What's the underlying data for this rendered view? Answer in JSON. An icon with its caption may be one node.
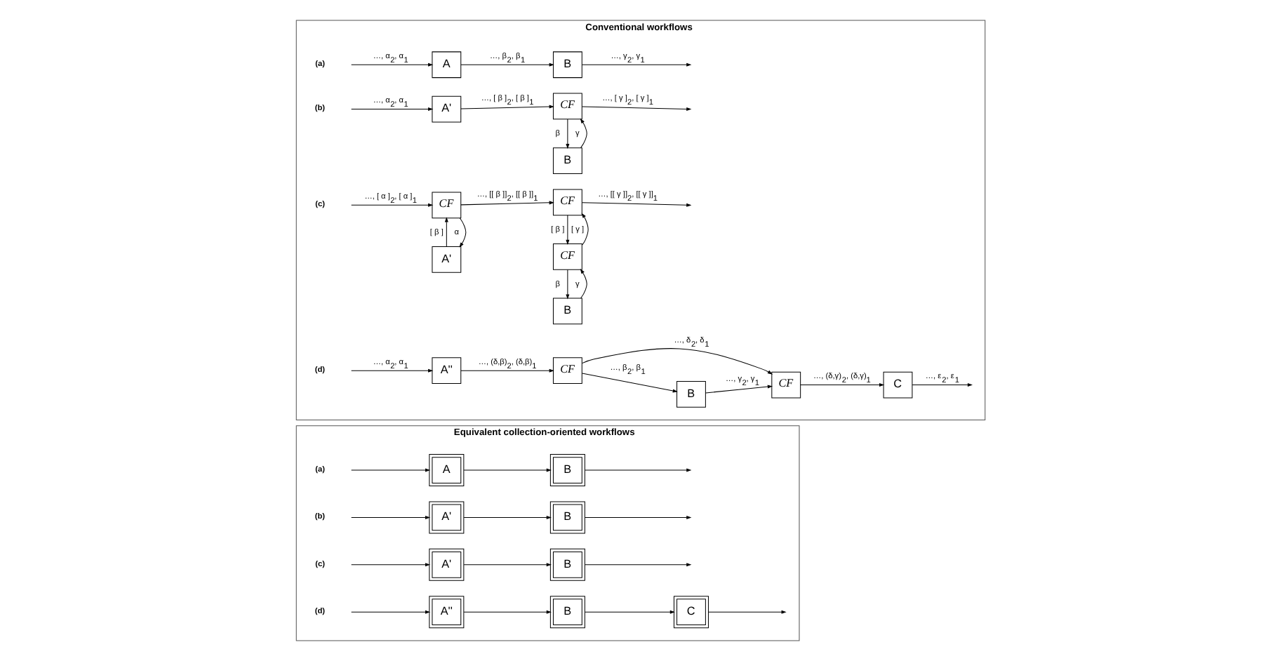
{
  "diagram": {
    "nodes": [
      {
        "text": [
          "Conventional workflows"
        ]
      },
      {
        "text": [
          "A"
        ],
        "in": 0
      },
      {
        "text": [
          "B"
        ],
        "in": 0
      },
      {
        "text": [
          "A'"
        ],
        "in": 0
      },
      {
        "text": [
          "CF"
        ],
        "in": 0
      },
      {
        "text": [
          "B"
        ],
        "in": 0
      },
      {
        "text": [
          "CF"
        ],
        "in": 0
      },
      {
        "text": [
          "A'"
        ],
        "in": 0
      },
      {
        "text": [
          "CF"
        ],
        "in": 0
      },
      {
        "text": [
          "CF"
        ],
        "in": 0
      },
      {
        "text": [
          "B"
        ],
        "in": 0
      },
      {
        "text": [
          "A''"
        ],
        "in": 0
      },
      {
        "text": [
          "CF"
        ],
        "in": 0
      },
      {
        "text": [
          "B"
        ],
        "in": 0
      },
      {
        "text": [
          "CF"
        ],
        "in": 0
      },
      {
        "text": [
          "C"
        ],
        "in": 0
      },
      {
        "text": [
          "Equivalent collection-oriented workflows"
        ]
      },
      {
        "text": [
          "A"
        ],
        "in": 16
      },
      {
        "text": [
          "B"
        ],
        "in": 16
      },
      {
        "text": [
          "A'"
        ],
        "in": 16
      },
      {
        "text": [
          "B"
        ],
        "in": 16
      },
      {
        "text": [
          "A'"
        ],
        "in": 16
      },
      {
        "text": [
          "B"
        ],
        "in": 16
      },
      {
        "text": [
          "A''"
        ],
        "in": 16
      },
      {
        "text": [
          "B"
        ],
        "in": 16
      },
      {
        "text": [
          "C"
        ],
        "in": 16
      }
    ],
    "edges": [
      {
        "from": null,
        "to": 1,
        "arrow": "to",
        "label": "…, α$_{2}$, α$_{1}$"
      },
      {
        "from": 1,
        "to": 2,
        "arrow": "to",
        "label": "…, β$_{2}$, β$_{1}$"
      },
      {
        "from": 2,
        "to": null,
        "arrow": "to",
        "label": "…, γ$_{2}$, γ$_{1}$"
      },
      {
        "from": null,
        "to": 3,
        "arrow": "to",
        "label": "…, α$_{2}$, α$_{1}$"
      },
      {
        "from": 3,
        "to": 4,
        "arrow": "to",
        "label": "…, [ β ]$_{2}$, [ β ]$_{1}$"
      },
      {
        "from": 4,
        "to": null,
        "arrow": "to",
        "label": "…, [ γ ]$_{2}$, [ γ ]$_{1}$"
      },
      {
        "from": 4,
        "to": 5,
        "arrow": "to",
        "label": "β"
      },
      {
        "from": 5,
        "to": 4,
        "arrow": "to",
        "label": "γ"
      },
      {
        "from": null,
        "to": 6,
        "arrow": "to",
        "label": "…, [ α ]$_{2}$, [ α ]$_{1}$"
      },
      {
        "from": 6,
        "to": 7,
        "arrow": "to",
        "label": "α"
      },
      {
        "from": 7,
        "to": 6,
        "arrow": "to",
        "label": "[ β ]"
      },
      {
        "from": 6,
        "to": 8,
        "arrow": "to",
        "label": "…, [[ β ]]$_{2}$, [[ β ]]$_{1}$"
      },
      {
        "from": 8,
        "to": null,
        "arrow": "to",
        "label": "…, [[ γ ]]$_{2}$, [[ γ ]]$_{1}$"
      },
      {
        "from": 8,
        "to": 9,
        "arrow": "to",
        "label": "[ β ]"
      },
      {
        "from": 9,
        "to": 8,
        "arrow": "to",
        "label": "[ γ ]"
      },
      {
        "from": 9,
        "to": 10,
        "arrow": "to",
        "label": "β"
      },
      {
        "from": 10,
        "to": 9,
        "arrow": "to",
        "label": "γ"
      },
      {
        "from": null,
        "to": 11,
        "arrow": "to",
        "label": "…, α$_{2}$, α$_{1}$"
      },
      {
        "from": 11,
        "to": 12,
        "arrow": "to",
        "label": "…, (δ,β)$_{2}$, (δ,β)$_{1}$"
      },
      {
        "from": 12,
        "to": 14,
        "arrow": "to",
        "label": "…, δ$_{2}$, δ$_{1}$"
      },
      {
        "from": 12,
        "to": 13,
        "arrow": "to",
        "label": "…, β$_{2}$, β$_{1}$"
      },
      {
        "from": 13,
        "to": 14,
        "arrow": "to",
        "label": "…, γ$_{2}$, γ$_{1}$"
      },
      {
        "from": 14,
        "to": 15,
        "arrow": "to",
        "label": "…, (δ,γ)$_{2}$, (δ,γ)$_{1}$"
      },
      {
        "from": 15,
        "to": null,
        "arrow": "to",
        "label": "…, ε$_{2}$, ε$_{1}$"
      },
      {
        "from": null,
        "to": 17,
        "arrow": "to"
      },
      {
        "from": 17,
        "to": 18,
        "arrow": "to"
      },
      {
        "from": 18,
        "to": null,
        "arrow": "to"
      },
      {
        "from": null,
        "to": 19,
        "arrow": "to"
      },
      {
        "from": 19,
        "to": 20,
        "arrow": "to"
      },
      {
        "from": 20,
        "to": null,
        "arrow": "to"
      },
      {
        "from": null,
        "to": 21,
        "arrow": "to"
      },
      {
        "from": 21,
        "to": 22,
        "arrow": "to"
      },
      {
        "from": 22,
        "to": null,
        "arrow": "to"
      },
      {
        "from": null,
        "to": 23,
        "arrow": "to"
      },
      {
        "from": 23,
        "to": 24,
        "arrow": "to"
      },
      {
        "from": 24,
        "to": 25,
        "arrow": "to"
      },
      {
        "from": 25,
        "to": null,
        "arrow": "to"
      }
    ],
    "labels": [
      "(a)",
      "(b)",
      "(c)",
      "(d)",
      "(a)",
      "(b)",
      "(c)",
      "(d)"
    ]
  }
}
